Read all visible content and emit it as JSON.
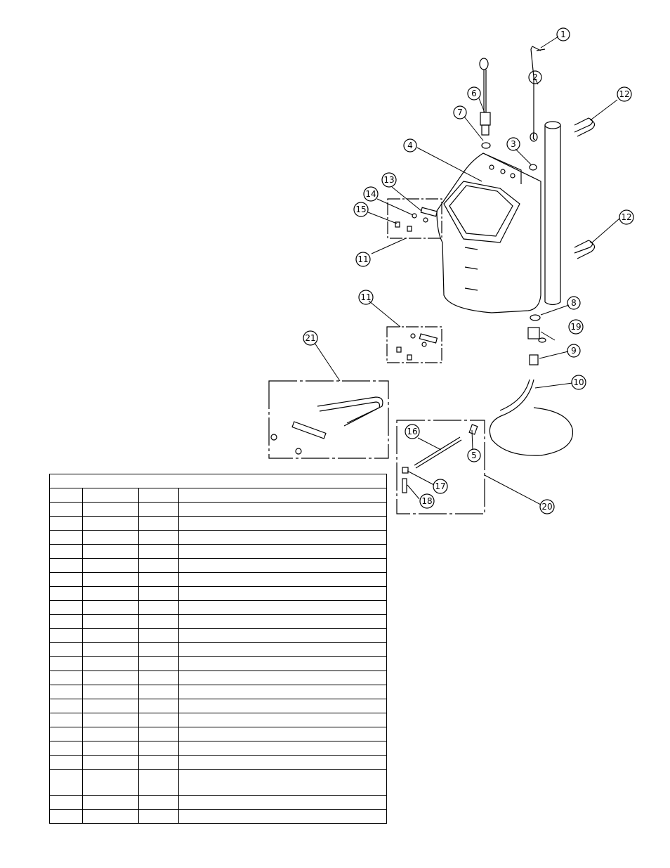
{
  "callouts": [
    "1",
    "2",
    "3",
    "4",
    "5",
    "6",
    "7",
    "8",
    "9",
    "10",
    "11",
    "11",
    "12",
    "12",
    "13",
    "14",
    "15",
    "16",
    "17",
    "18",
    "19",
    "20",
    "21"
  ],
  "parts_table": {
    "title": "",
    "headers": [
      "",
      "",
      "",
      ""
    ],
    "rows": [
      [
        "",
        "",
        "",
        ""
      ],
      [
        "",
        "",
        "",
        ""
      ],
      [
        "",
        "",
        "",
        ""
      ],
      [
        "",
        "",
        "",
        ""
      ],
      [
        "",
        "",
        "",
        ""
      ],
      [
        "",
        "",
        "",
        ""
      ],
      [
        "",
        "",
        "",
        ""
      ],
      [
        "",
        "",
        "",
        ""
      ],
      [
        "",
        "",
        "",
        ""
      ],
      [
        "",
        "",
        "",
        ""
      ],
      [
        "",
        "",
        "",
        ""
      ],
      [
        "",
        "",
        "",
        ""
      ],
      [
        "",
        "",
        "",
        ""
      ],
      [
        "",
        "",
        "",
        ""
      ],
      [
        "",
        "",
        "",
        ""
      ],
      [
        "",
        "",
        "",
        ""
      ],
      [
        "",
        "",
        "",
        ""
      ],
      [
        "",
        "",
        "",
        ""
      ],
      [
        "",
        "",
        "",
        ""
      ],
      [
        "",
        "",
        "",
        ""
      ],
      [
        "",
        "",
        "",
        ""
      ],
      [
        "",
        "",
        "",
        ""
      ]
    ]
  }
}
